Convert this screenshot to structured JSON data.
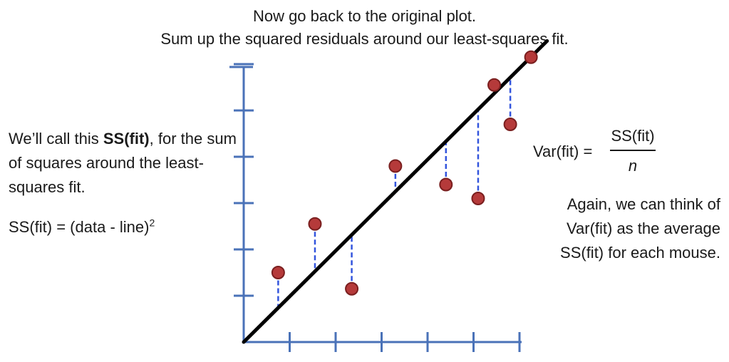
{
  "title": {
    "line1": "Now go back to the original plot.",
    "line2": "Sum up the squared residuals around our least-squares fit."
  },
  "left_text": {
    "prefix": "We’ll call this ",
    "bold": "SS(fit)",
    "suffix": ", for the sum of squares around the least-squares fit."
  },
  "ssfit_formula": {
    "text": "SS(fit) = (data - line)",
    "superscript": "2"
  },
  "var_formula": {
    "lhs": "Var(fit) =",
    "numerator": "SS(fit)",
    "denominator": "n"
  },
  "right_text": "Again, we can think of Var(fit) as the average SS(fit) for each mouse.",
  "colors": {
    "axis": "#4a72b8",
    "point_fill": "#b53a3a",
    "point_stroke": "#7a1f1f",
    "residual": "#3355dd",
    "fit_line": "#000000"
  },
  "plot": {
    "x_ticks": [
      1,
      2,
      3,
      4,
      5,
      6
    ],
    "y_ticks": [
      1,
      2,
      3,
      4,
      5,
      6
    ],
    "fit_line": {
      "x0": 0,
      "y0": 0,
      "x1": 6.6,
      "y1": 6.5
    },
    "points": [
      {
        "x": 0.75,
        "y": 1.5
      },
      {
        "x": 1.55,
        "y": 2.55
      },
      {
        "x": 2.35,
        "y": 1.15
      },
      {
        "x": 3.3,
        "y": 3.8
      },
      {
        "x": 4.4,
        "y": 3.4
      },
      {
        "x": 5.1,
        "y": 3.1
      },
      {
        "x": 5.45,
        "y": 5.55
      },
      {
        "x": 5.8,
        "y": 4.7
      },
      {
        "x": 6.25,
        "y": 6.15
      }
    ]
  }
}
